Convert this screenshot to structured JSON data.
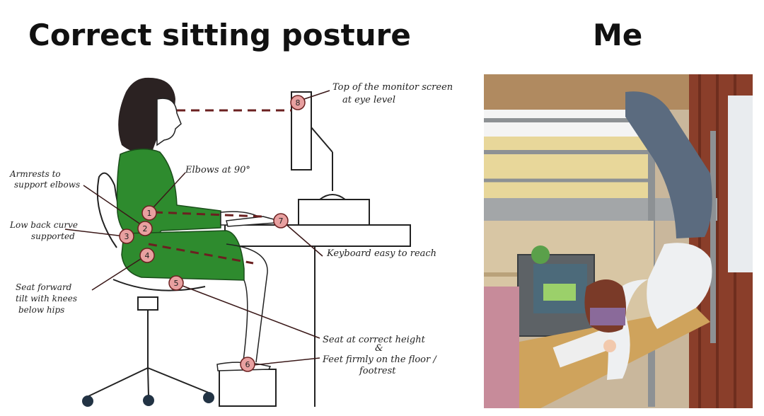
{
  "titles": {
    "left": "Correct sitting posture",
    "right": "Me"
  },
  "diagram": {
    "colors": {
      "shirt": "#2e8b2e",
      "marker": "#e8a0a0",
      "guide": "#6b2020"
    },
    "markers": [
      "1",
      "2",
      "3",
      "4",
      "5",
      "6",
      "7",
      "8"
    ],
    "labels": {
      "monitor": [
        "Top of the monitor screen",
        "at eye level"
      ],
      "elbows": "Elbows at 90°",
      "armrests": [
        "Armrests to",
        "support elbows"
      ],
      "lowback": [
        "Low back curve",
        "supported"
      ],
      "keyboard": "Keyboard easy to reach",
      "seat_tilt": [
        "Seat forward",
        "tilt with knees",
        "below hips"
      ],
      "seat_height": [
        "Seat at correct height",
        "&",
        "Feet firmly on the floor /",
        "footrest"
      ]
    }
  }
}
